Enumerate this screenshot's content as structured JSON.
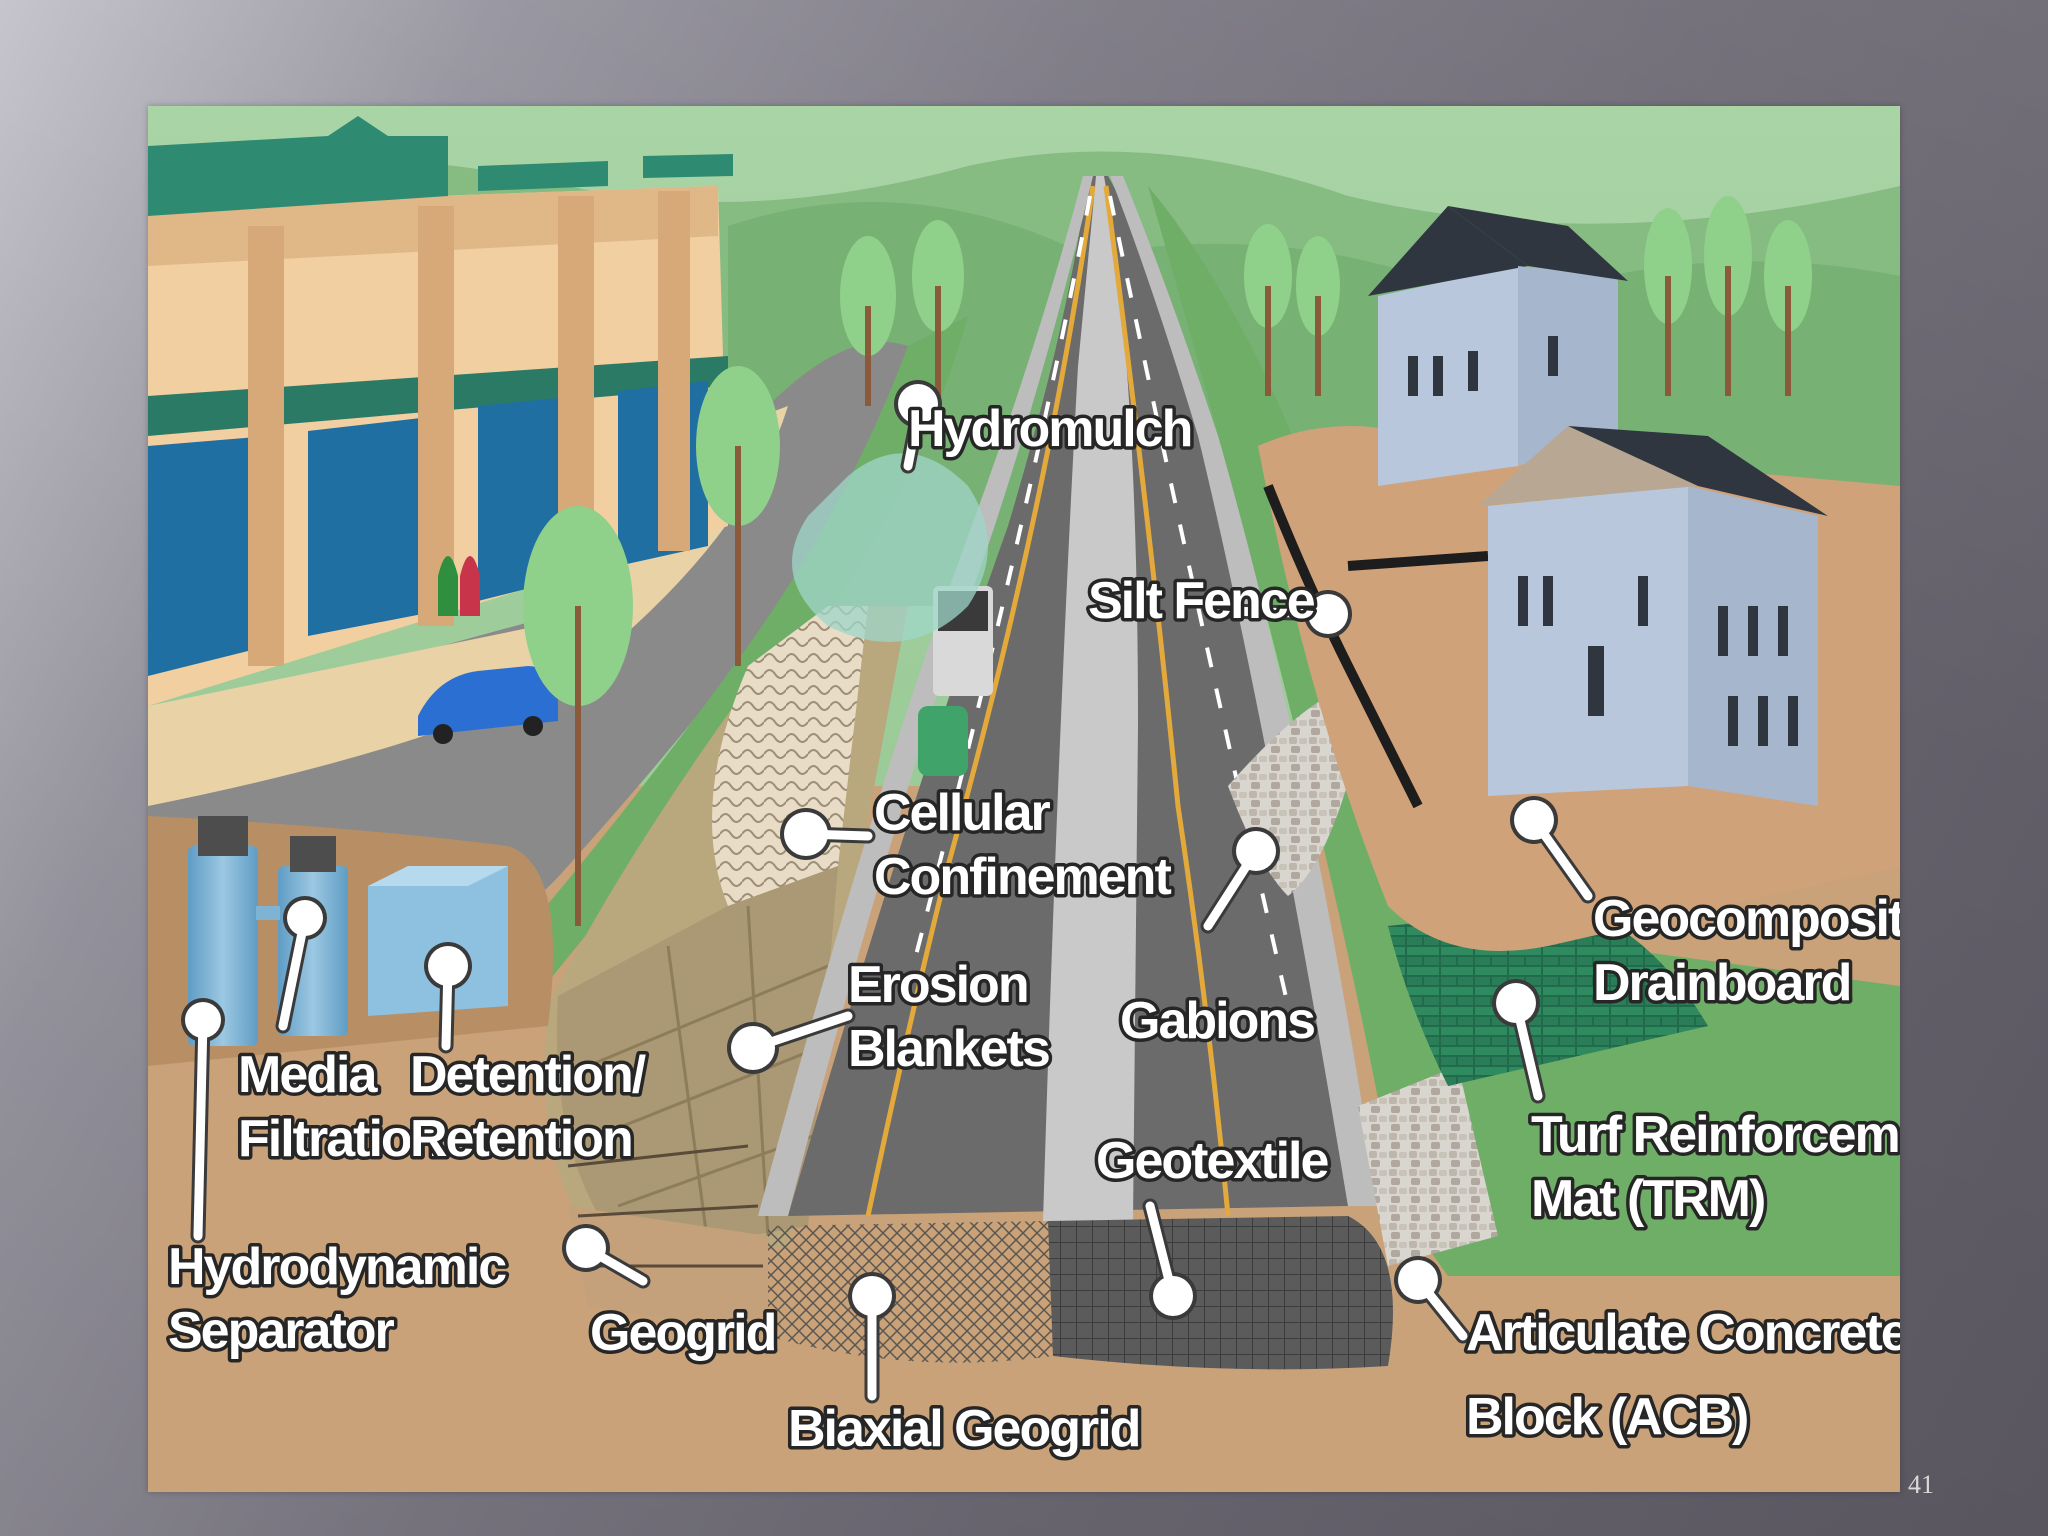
{
  "slide": {
    "page_number": "41"
  },
  "diagram": {
    "labels": [
      {
        "id": "hydromulch",
        "lines": [
          "Hydromulch"
        ]
      },
      {
        "id": "silt-fence",
        "lines": [
          "Silt Fence"
        ]
      },
      {
        "id": "cellular-confinement",
        "lines": [
          "Cellular",
          "Confinement"
        ]
      },
      {
        "id": "erosion-blankets",
        "lines": [
          "Erosion",
          "Blankets"
        ]
      },
      {
        "id": "gabions",
        "lines": [
          "Gabions"
        ]
      },
      {
        "id": "geocomposite-drainboard",
        "lines": [
          "Geocomposite",
          "Drainboard"
        ]
      },
      {
        "id": "media-filtration",
        "lines": [
          "Media",
          "Filtration"
        ]
      },
      {
        "id": "detention-retention",
        "lines": [
          "Detention/",
          "Retention"
        ]
      },
      {
        "id": "hydrodynamic-separator",
        "lines": [
          "Hydrodynamic",
          "Separator"
        ]
      },
      {
        "id": "geotextile",
        "lines": [
          "Geotextile"
        ]
      },
      {
        "id": "turf-reinforcement-mat",
        "lines": [
          "Turf Reinforcement",
          "Mat (TRM)"
        ]
      },
      {
        "id": "geogrid",
        "lines": [
          "Geogrid"
        ]
      },
      {
        "id": "biaxial-geogrid",
        "lines": [
          "Biaxial Geogrid"
        ]
      },
      {
        "id": "articulate-concrete-block",
        "lines": [
          "Articulate Concrete",
          "Block (ACB)"
        ]
      }
    ],
    "colors": {
      "sky": "#9cc99a",
      "hills": "#7fb57b",
      "grass": "#6fae67",
      "soil": "#c9a27a",
      "road": "#6b6b6b",
      "road_line": "#e3a93a",
      "building_wall": "#f2cfa0",
      "building_roof": "#2e8b72",
      "house_wall": "#b8c7dc",
      "house_roof": "#2f3640"
    }
  }
}
